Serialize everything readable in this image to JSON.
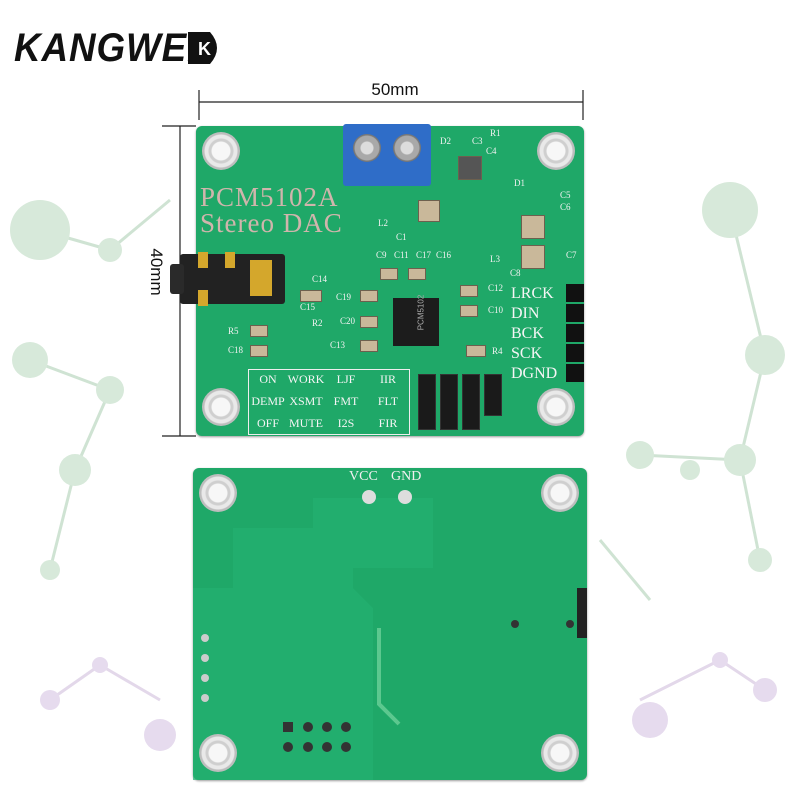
{
  "brand": {
    "name": "KANGWEI",
    "mark": "K"
  },
  "dimensions": {
    "width_label": "50mm",
    "height_label": "40mm"
  },
  "board_top": {
    "title_line1": "PCM5102A",
    "title_line2": "Stereo DAC",
    "pin_labels": [
      "LRCK",
      "DIN",
      "BCK",
      "SCK",
      "DGND"
    ],
    "table": [
      [
        "ON",
        "WORK",
        "LJF",
        "IIR"
      ],
      [
        "DEMP",
        "XSMT",
        "FMT",
        "FLT"
      ],
      [
        "OFF",
        "MUTE",
        "I2S",
        "FIR"
      ]
    ],
    "component_labels": [
      "C14",
      "C15",
      "C9",
      "C11",
      "C17",
      "C16",
      "C12",
      "C10",
      "R2",
      "R5",
      "C18",
      "R4",
      "L2",
      "L3",
      "C1",
      "C3",
      "R1",
      "D1",
      "D2",
      "C4",
      "C8",
      "C5",
      "C6",
      "C7",
      "C13",
      "C19",
      "C20"
    ],
    "ic_label": "PCM5102"
  },
  "board_bottom": {
    "vcc_label": "VCC",
    "gnd_label": "GND"
  },
  "colors": {
    "pcb_green": "#1fa868",
    "terminal_blue": "#2f6dc8",
    "background": "#ffffff"
  }
}
